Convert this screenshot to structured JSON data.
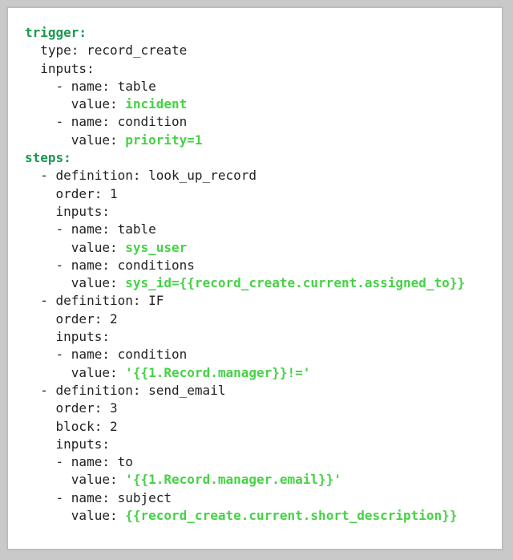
{
  "window": {
    "background_color": "#c9c9c9",
    "card_background": "#ffffff",
    "card_border_color": "#bdbdbd"
  },
  "theme": {
    "top_key_color": "#1a9850",
    "plain_text_color": "#222222",
    "highlight_value_color": "#46d246"
  },
  "code": {
    "language": "yaml",
    "lines": [
      {
        "indent": "",
        "plain": "trigger:",
        "value": "",
        "style": "topkey"
      },
      {
        "indent": "  ",
        "plain": "type: record_create",
        "value": "",
        "style": "plain"
      },
      {
        "indent": "  ",
        "plain": "inputs:",
        "value": "",
        "style": "plain"
      },
      {
        "indent": "    ",
        "plain": "- name: table",
        "value": "",
        "style": "plain"
      },
      {
        "indent": "      ",
        "plain": "value: ",
        "value": "incident",
        "style": "plain"
      },
      {
        "indent": "    ",
        "plain": "- name: condition",
        "value": "",
        "style": "plain"
      },
      {
        "indent": "      ",
        "plain": "value: ",
        "value": "priority=1",
        "style": "plain"
      },
      {
        "indent": "",
        "plain": "steps:",
        "value": "",
        "style": "topkey"
      },
      {
        "indent": "  ",
        "plain": "- definition: look_up_record",
        "value": "",
        "style": "plain"
      },
      {
        "indent": "    ",
        "plain": "order: 1",
        "value": "",
        "style": "plain"
      },
      {
        "indent": "    ",
        "plain": "inputs:",
        "value": "",
        "style": "plain"
      },
      {
        "indent": "    ",
        "plain": "- name: table",
        "value": "",
        "style": "plain"
      },
      {
        "indent": "      ",
        "plain": "value: ",
        "value": "sys_user",
        "style": "plain"
      },
      {
        "indent": "    ",
        "plain": "- name: conditions",
        "value": "",
        "style": "plain"
      },
      {
        "indent": "      ",
        "plain": "value: ",
        "value": "sys_id={{record_create.current.assigned_to}}",
        "style": "plain"
      },
      {
        "indent": "  ",
        "plain": "- definition: IF",
        "value": "",
        "style": "plain"
      },
      {
        "indent": "    ",
        "plain": "order: 2",
        "value": "",
        "style": "plain"
      },
      {
        "indent": "    ",
        "plain": "inputs:",
        "value": "",
        "style": "plain"
      },
      {
        "indent": "    ",
        "plain": "- name: condition",
        "value": "",
        "style": "plain"
      },
      {
        "indent": "      ",
        "plain": "value: ",
        "value": "'{{1.Record.manager}}!='",
        "style": "plain"
      },
      {
        "indent": "  ",
        "plain": "- definition: send_email",
        "value": "",
        "style": "plain"
      },
      {
        "indent": "    ",
        "plain": "order: 3",
        "value": "",
        "style": "plain"
      },
      {
        "indent": "    ",
        "plain": "block: 2",
        "value": "",
        "style": "plain"
      },
      {
        "indent": "    ",
        "plain": "inputs:",
        "value": "",
        "style": "plain"
      },
      {
        "indent": "    ",
        "plain": "- name: to",
        "value": "",
        "style": "plain"
      },
      {
        "indent": "      ",
        "plain": "value: ",
        "value": "'{{1.Record.manager.email}}'",
        "style": "plain"
      },
      {
        "indent": "    ",
        "plain": "- name: subject",
        "value": "",
        "style": "plain"
      },
      {
        "indent": "      ",
        "plain": "value: ",
        "value": "{{record_create.current.short_description}}",
        "style": "plain"
      }
    ]
  },
  "workflow": {
    "trigger": {
      "type": "record_create",
      "inputs": [
        {
          "name": "table",
          "value": "incident"
        },
        {
          "name": "condition",
          "value": "priority=1"
        }
      ]
    },
    "steps": [
      {
        "definition": "look_up_record",
        "order": "1",
        "inputs": [
          {
            "name": "table",
            "value": "sys_user"
          },
          {
            "name": "conditions",
            "value": "sys_id={{record_create.current.assigned_to}}"
          }
        ]
      },
      {
        "definition": "IF",
        "order": "2",
        "inputs": [
          {
            "name": "condition",
            "value": "'{{1.Record.manager}}!='"
          }
        ]
      },
      {
        "definition": "send_email",
        "order": "3",
        "block": "2",
        "inputs": [
          {
            "name": "to",
            "value": "'{{1.Record.manager.email}}'"
          },
          {
            "name": "subject",
            "value": "{{record_create.current.short_description}}"
          }
        ]
      }
    ]
  }
}
